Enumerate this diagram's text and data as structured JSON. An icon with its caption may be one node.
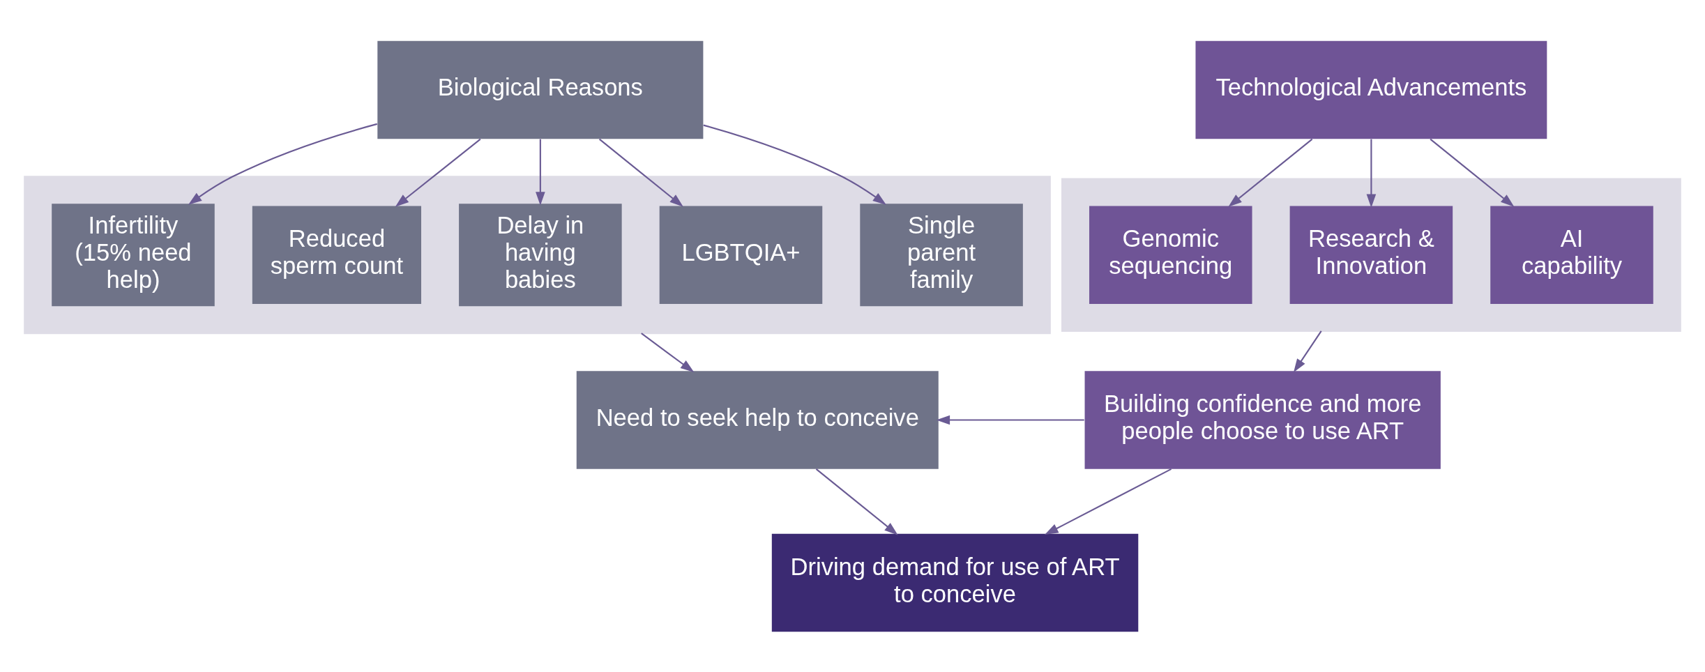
{
  "diagram": {
    "nodes": [
      {
        "text": [
          "Biological Reasons"
        ]
      },
      {
        "text": [],
        "shape": "box"
      },
      {
        "text": [
          "Infertility (15% need help)"
        ],
        "in": 1
      },
      {
        "text": [
          "Reduced sperm count"
        ],
        "in": 1
      },
      {
        "text": [
          "Delay in having babies"
        ],
        "in": 1
      },
      {
        "text": [
          "LGBTQIA+"
        ],
        "in": 1
      },
      {
        "text": [
          "Single parent family"
        ],
        "in": 1
      },
      {
        "text": [
          "Technological Advancements"
        ]
      },
      {
        "text": [],
        "shape": "box"
      },
      {
        "text": [
          "Genomic sequencing"
        ],
        "in": 8
      },
      {
        "text": [
          "Research & Innovation"
        ],
        "in": 8
      },
      {
        "text": [
          "AI capability"
        ],
        "in": 8
      },
      {
        "text": [
          "Need to seek help to conceive"
        ]
      },
      {
        "text": [
          "Building confidence and more people choose to use ART"
        ]
      },
      {
        "text": [
          "Driving demand for use of ART to conceive"
        ]
      }
    ],
    "edges": [
      {
        "from": 0,
        "to": 2,
        "arrow": "to"
      },
      {
        "from": 0,
        "to": 3,
        "arrow": "to"
      },
      {
        "from": 0,
        "to": 4,
        "arrow": "to"
      },
      {
        "from": 0,
        "to": 5,
        "arrow": "to"
      },
      {
        "from": 0,
        "to": 6,
        "arrow": "to"
      },
      {
        "from": 7,
        "to": 9,
        "arrow": "to"
      },
      {
        "from": 7,
        "to": 10,
        "arrow": "to"
      },
      {
        "from": 7,
        "to": 11,
        "arrow": "to"
      },
      {
        "from": 1,
        "to": 12,
        "arrow": "to"
      },
      {
        "from": 8,
        "to": 13,
        "arrow": "to"
      },
      {
        "from": 13,
        "to": 12,
        "arrow": "to"
      },
      {
        "from": 12,
        "to": 14,
        "arrow": "to"
      },
      {
        "from": 13,
        "to": 14,
        "arrow": "to"
      }
    ]
  }
}
